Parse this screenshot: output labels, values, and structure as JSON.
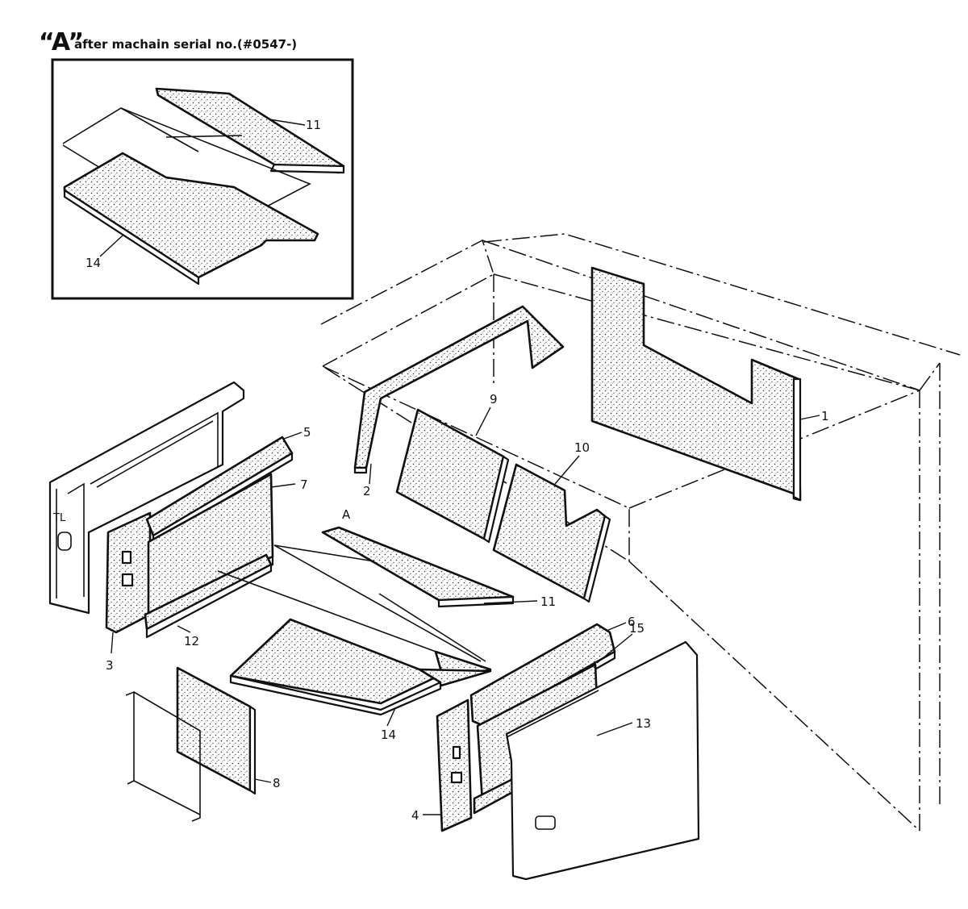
{
  "header": {
    "letter": "“A”",
    "text": "after machain serial no.(#0547-)"
  },
  "inset": {
    "callouts": [
      "11",
      "14"
    ]
  },
  "callouts": {
    "c1": "1",
    "c2": "2",
    "c3": "3",
    "c4": "4",
    "c5": "5",
    "c6": "6",
    "c7": "7",
    "c8": "8",
    "c9": "9",
    "c10": "10",
    "c11": "11",
    "c12": "12",
    "c13": "13",
    "c14": "14",
    "c15": "15",
    "cA": "A"
  }
}
